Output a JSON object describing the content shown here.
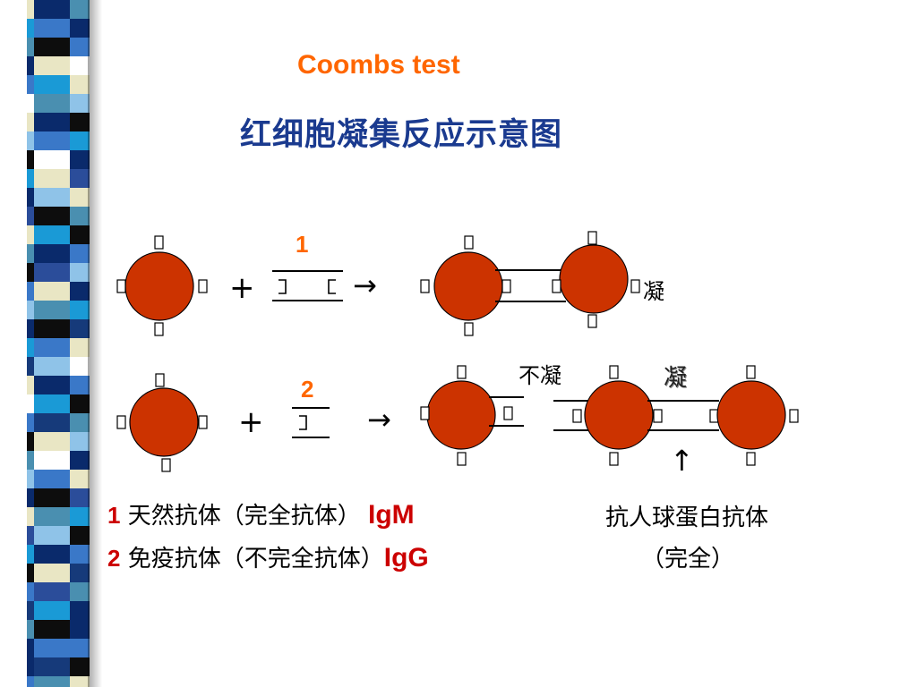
{
  "title_en": "Coombs test",
  "title_cn": "红细胞凝集反应示意图",
  "row1": {
    "number": "1",
    "plus": "+",
    "arrow": "→",
    "result": "凝"
  },
  "row2": {
    "number": "2",
    "plus": "+",
    "arrow": "→",
    "result_no": "不凝",
    "result_yes": "凝",
    "up_arrow": "↑"
  },
  "legend": {
    "line1_num": "1",
    "line1_text": "天然抗体（完全抗体）",
    "line1_ig": "IgM",
    "line2_num": "2",
    "line2_text": "免疫抗体（不完全抗体）",
    "line2_ig": "IgG",
    "antiglobulin": "抗人球蛋白抗体",
    "antiglobulin_note": "（完全）"
  },
  "colors": {
    "cell": "#cc3300",
    "title_en": "#ff6600",
    "title_cn": "#1a3a8f",
    "legend_number": "#cc0000"
  }
}
